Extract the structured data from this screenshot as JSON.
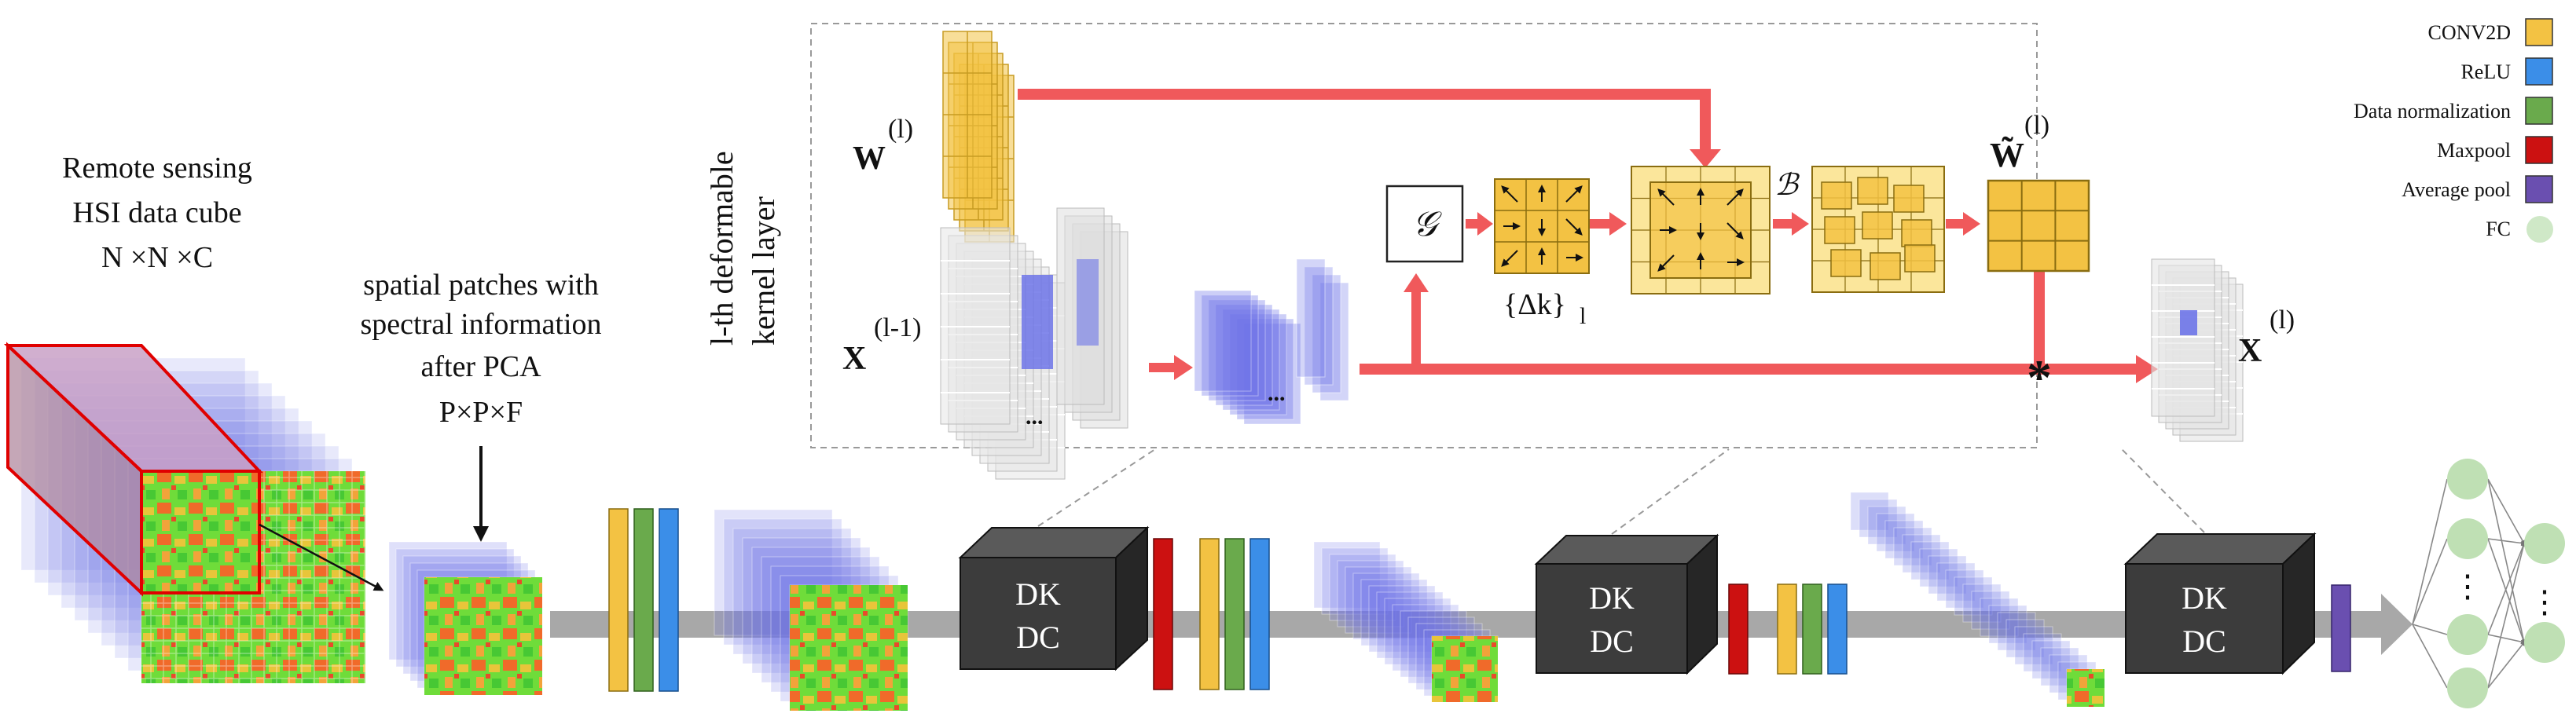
{
  "diagram": {
    "left_title": {
      "line1": "Remote sensing",
      "line2": "HSI data cube",
      "line3": "N ×N ×C"
    },
    "patch_caption": {
      "line1": "spatial patches with",
      "line2": "spectral information",
      "line3": "after PCA",
      "line4": "P×P×F"
    },
    "deformable_layer": {
      "side_label_line1": "l-th deformable",
      "side_label_line2": "kernel layer",
      "w_label": "W",
      "w_superscript": "(l)",
      "x_in_label": "X",
      "x_in_superscript": "(l-1)",
      "g_symbol": "𝒢",
      "delta_label": "{Δk}",
      "delta_subscript": "l",
      "b_symbol": "ℬ",
      "w_tilde_label": "W̃",
      "w_tilde_superscript": "(l)",
      "x_out_label": "X",
      "x_out_superscript": "(l)",
      "conv_symbol": "*",
      "ellipsis": "..."
    },
    "blocks": [
      {
        "line1": "DK",
        "line2": "DC"
      },
      {
        "line1": "DK",
        "line2": "DC"
      },
      {
        "line1": "DK",
        "line2": "DC"
      }
    ],
    "fc_ellipsis": "⋮"
  },
  "legend": {
    "items": [
      {
        "label": "CONV2D",
        "color": "#f3c243",
        "shape": "square"
      },
      {
        "label": "ReLU",
        "color": "#3b8ee8",
        "shape": "square"
      },
      {
        "label": "Data normalization",
        "color": "#6aaa4c",
        "shape": "square"
      },
      {
        "label": "Maxpool",
        "color": "#cc1111",
        "shape": "square"
      },
      {
        "label": "Average pool",
        "color": "#6a4fb0",
        "shape": "square"
      },
      {
        "label": "FC",
        "color": "#cfe8c7",
        "shape": "circle"
      }
    ]
  },
  "colors": {
    "flow_arrow": "#f0595b",
    "pipeline": "#a8a8a8",
    "block": "#3c3c3c",
    "cube_blue": "#6d74e8",
    "kernel_yellow": "#f3c243",
    "fc_node": "#bfe0b4"
  }
}
